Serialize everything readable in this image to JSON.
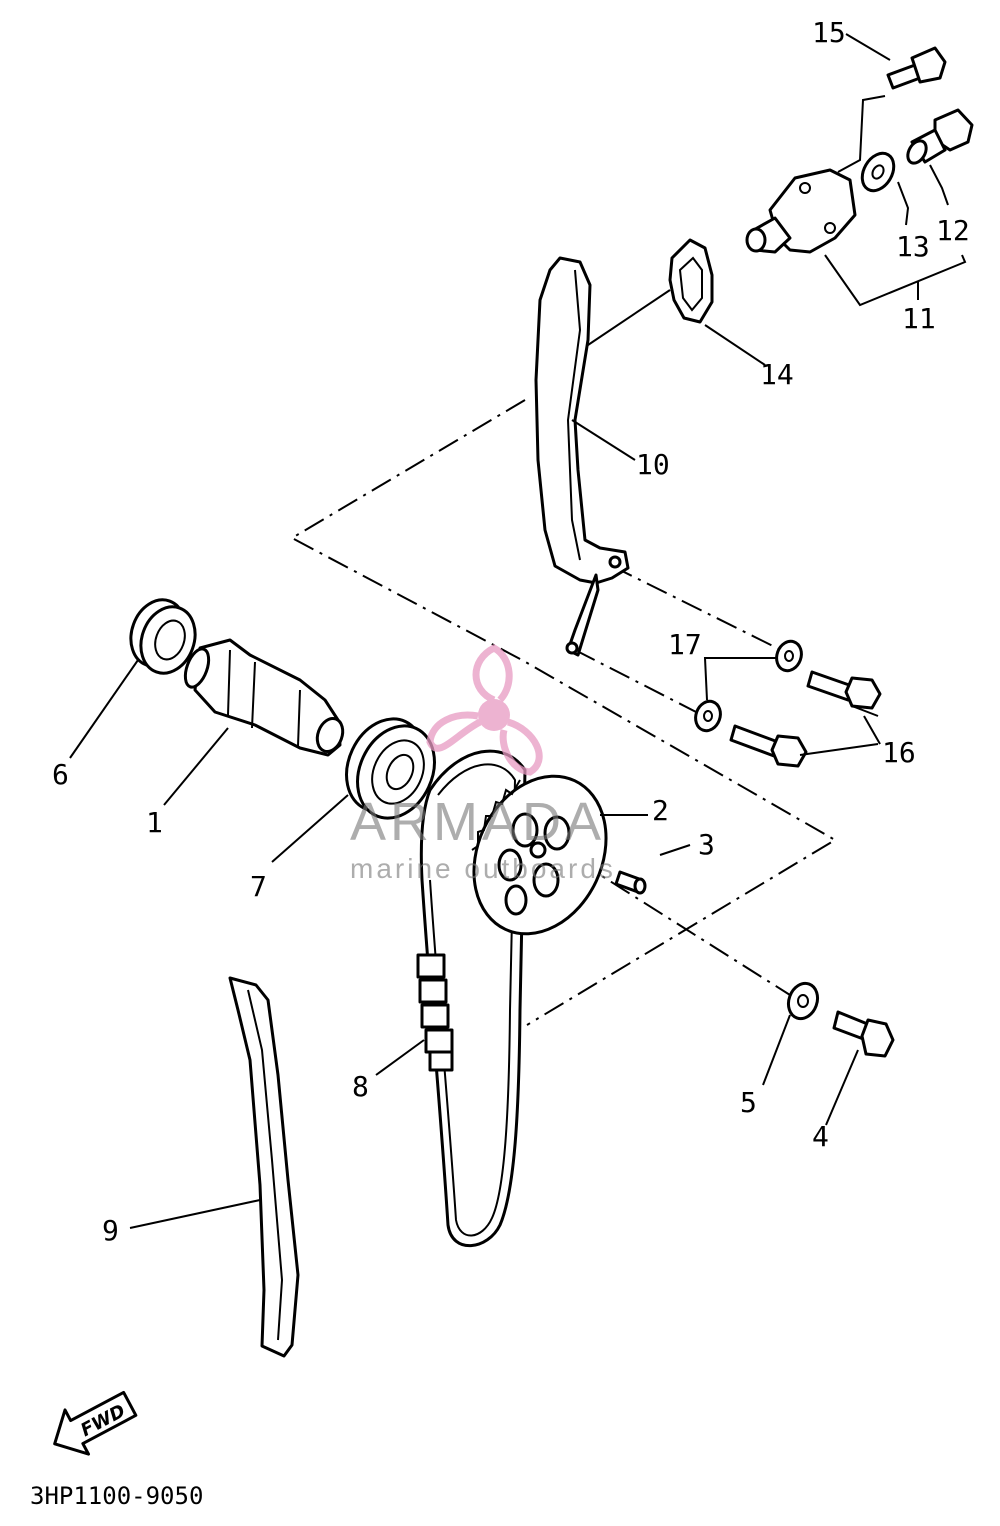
{
  "watermark": {
    "brand": "ARMADA",
    "tagline": "marine outboards",
    "color": "#e79ac2"
  },
  "fwd_label": "FWD",
  "diagram_code": "3HP1100-9050",
  "callouts": [
    {
      "id": "1",
      "text": "1"
    },
    {
      "id": "2",
      "text": "2"
    },
    {
      "id": "3",
      "text": "3"
    },
    {
      "id": "4",
      "text": "4"
    },
    {
      "id": "5",
      "text": "5"
    },
    {
      "id": "6",
      "text": "6"
    },
    {
      "id": "7",
      "text": "7"
    },
    {
      "id": "8",
      "text": "8"
    },
    {
      "id": "9",
      "text": "9"
    },
    {
      "id": "10",
      "text": "10"
    },
    {
      "id": "11",
      "text": "11"
    },
    {
      "id": "12",
      "text": "12"
    },
    {
      "id": "13",
      "text": "13"
    },
    {
      "id": "14",
      "text": "14"
    },
    {
      "id": "15",
      "text": "15"
    },
    {
      "id": "16",
      "text": "16"
    },
    {
      "id": "17",
      "text": "17"
    }
  ]
}
